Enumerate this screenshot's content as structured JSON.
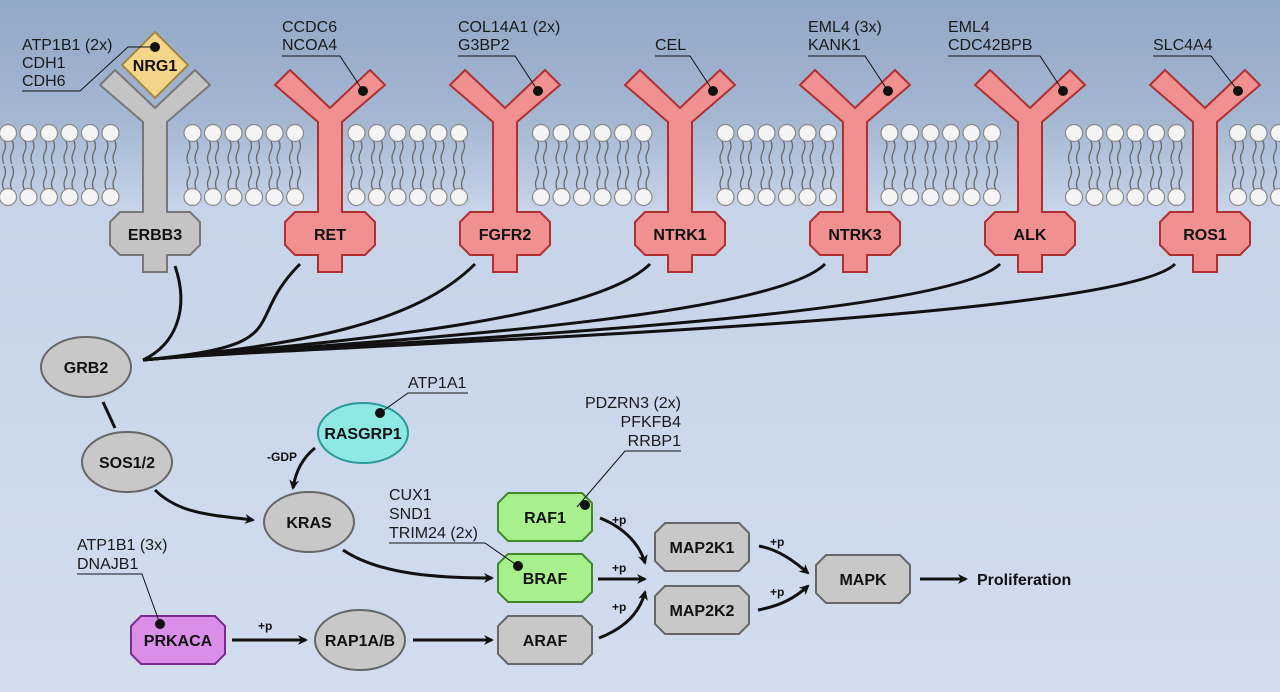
{
  "receptors": [
    {
      "name": "ERBB3",
      "color": "#c4c4c4",
      "stroke": "#777777",
      "fusions": [
        "ATP1B1 (2x)",
        "CDH1",
        "CDH6"
      ]
    },
    {
      "name": "RET",
      "color": "#f09090",
      "stroke": "#b03030",
      "fusions": [
        "CCDC6",
        "NCOA4"
      ]
    },
    {
      "name": "FGFR2",
      "color": "#f09090",
      "stroke": "#b03030",
      "fusions": [
        "COL14A1 (2x)",
        "G3BP2"
      ]
    },
    {
      "name": "NTRK1",
      "color": "#f09090",
      "stroke": "#b03030",
      "fusions": [
        "CEL"
      ]
    },
    {
      "name": "NTRK3",
      "color": "#f09090",
      "stroke": "#b03030",
      "fusions": [
        "EML4 (3x)",
        "KANK1"
      ]
    },
    {
      "name": "ALK",
      "color": "#f09090",
      "stroke": "#b03030",
      "fusions": [
        "EML4",
        "CDC42BPB"
      ]
    },
    {
      "name": "ROS1",
      "color": "#f09090",
      "stroke": "#b03030",
      "fusions": [
        "SLC4A4"
      ]
    }
  ],
  "ligand": {
    "name": "NRG1",
    "color": "#f5d58a"
  },
  "nodes": {
    "grb2": "GRB2",
    "sos": "SOS1/2",
    "rasgrp1": "RASGRP1",
    "kras": "KRAS",
    "rap1": "RAP1A/B",
    "prkaca": "PRKACA",
    "raf1": "RAF1",
    "braf": "BRAF",
    "araf": "ARAF",
    "map2k1": "MAP2K1",
    "map2k2": "MAP2K2",
    "mapk": "MAPK"
  },
  "fusion_labels": {
    "rasgrp1": [
      "ATP1A1"
    ],
    "raf1": [
      "PDZRN3 (2x)",
      "PFKFB4",
      "RRBP1"
    ],
    "braf": [
      "CUX1",
      "SND1",
      "TRIM24 (2x)"
    ],
    "prkaca": [
      "ATP1B1 (3x)",
      "DNAJB1"
    ]
  },
  "edge_labels": {
    "gdp": "-GDP",
    "p": "+p"
  },
  "outcome": "Proliferation",
  "colors": {
    "gray": "#c8c8c8",
    "green": "#a8f08e",
    "cyan": "#8ee8e4",
    "purple": "#d98ee8",
    "red": "#f09090"
  }
}
